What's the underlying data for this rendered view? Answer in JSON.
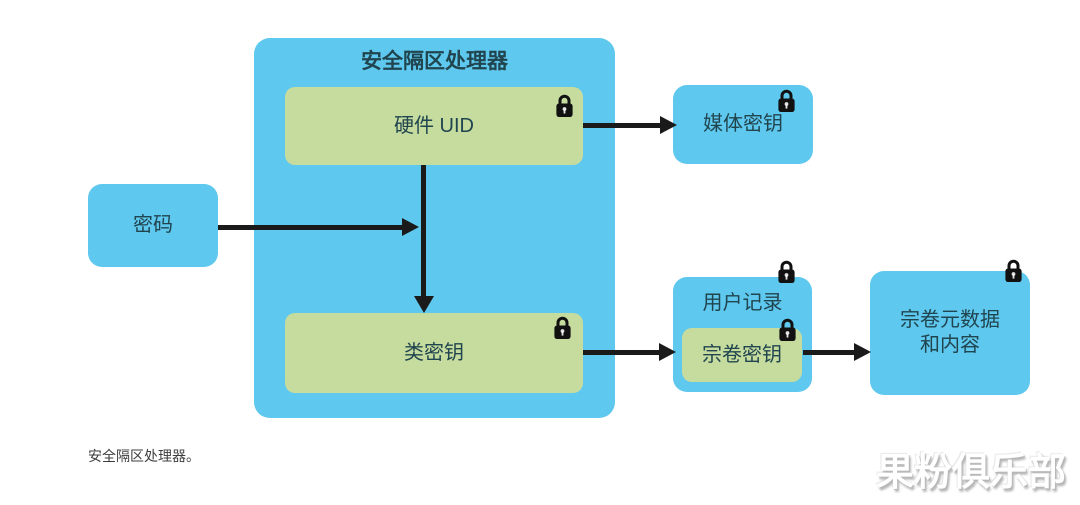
{
  "diagram": {
    "sep_title": "安全隔区处理器",
    "nodes": {
      "passcode": "密码",
      "hardware_uid": "硬件 UID",
      "class_key": "类密钥",
      "media_key": "媒体密钥",
      "user_record": "用户记录",
      "volume_key": "宗卷密钥",
      "volume_metadata_line1": "宗卷元数据",
      "volume_metadata_line2": "和内容"
    },
    "edges": [
      {
        "from": "passcode",
        "to": "secure_enclave_key_path"
      },
      {
        "from": "hardware_uid",
        "to": "media_key"
      },
      {
        "from": "hardware_uid",
        "to": "class_key"
      },
      {
        "from": "class_key",
        "to": "volume_key"
      },
      {
        "from": "volume_key",
        "to": "volume_metadata"
      }
    ],
    "colors": {
      "blue": "#5EC8EE",
      "green": "#C5DC9E",
      "arrow": "#1A1A1A",
      "lock": "#111111",
      "text": "#21454F"
    }
  },
  "caption": "安全隔区处理器。",
  "watermark": "果粉俱乐部"
}
